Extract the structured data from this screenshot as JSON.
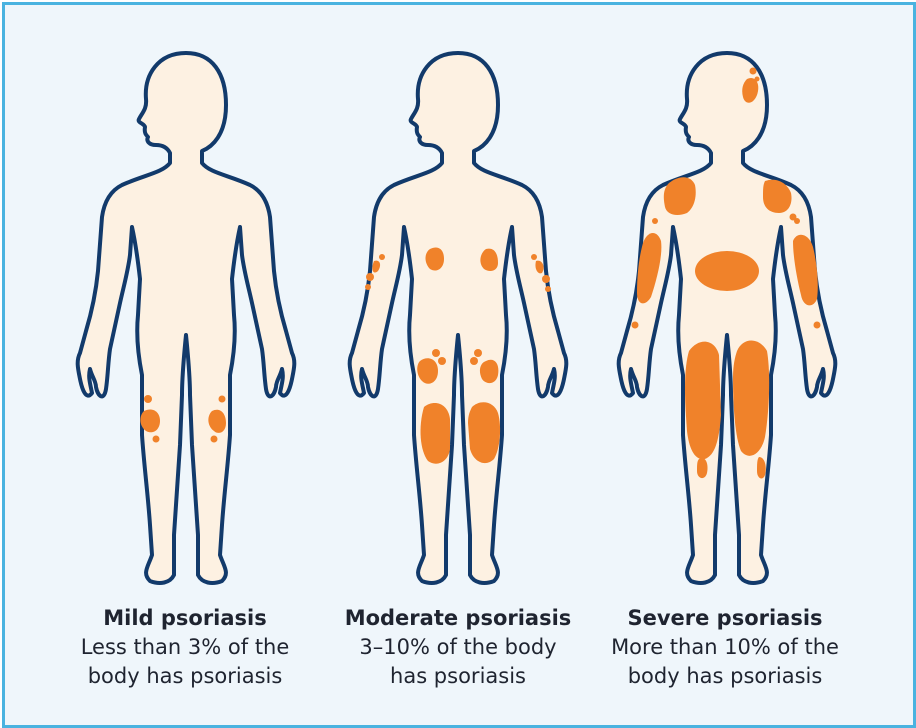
{
  "colors": {
    "frame_border": "#4ab3e0",
    "background": "#eff6fb",
    "body_fill": "#fdf1e2",
    "body_outline": "#123a6b",
    "patch": "#f0822a"
  },
  "figures": [
    {
      "title": "Mild psoriasis",
      "description_line1": "Less than 3% of the",
      "description_line2": "body has psoriasis",
      "patch_regions": [
        "knees"
      ]
    },
    {
      "title": "Moderate psoriasis",
      "description_line1": "3–10% of the body",
      "description_line2": "has psoriasis",
      "patch_regions": [
        "forearms",
        "lower-back",
        "buttocks",
        "back-of-thighs"
      ]
    },
    {
      "title": "Severe psoriasis",
      "description_line1": "More than 10% of the",
      "description_line2": "body has psoriasis",
      "patch_regions": [
        "scalp",
        "shoulders",
        "arms",
        "wrists",
        "back",
        "legs",
        "calves"
      ]
    }
  ]
}
